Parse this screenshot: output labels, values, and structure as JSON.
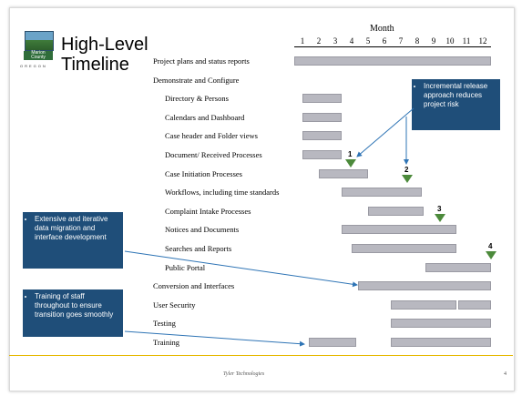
{
  "header": {
    "title_line1": "High-Level",
    "title_line2": "Timeline",
    "month_label": "Month",
    "months": [
      "1",
      "2",
      "3",
      "4",
      "5",
      "6",
      "7",
      "8",
      "9",
      "10",
      "11",
      "12"
    ]
  },
  "logo": {
    "band_text": "Marion County",
    "state_text": "OREGON"
  },
  "rows": [
    {
      "label": "Project plans and status reports",
      "bars": [
        [
          1,
          12
        ]
      ]
    },
    {
      "label": "Demonstrate and Configure",
      "bars": []
    },
    {
      "label": "Directory & Persons",
      "bars": [
        [
          1.5,
          2.9
        ]
      ]
    },
    {
      "label": "Calendars and Dashboard",
      "bars": [
        [
          1.5,
          2.9
        ]
      ]
    },
    {
      "label": "Case header and Folder views",
      "bars": [
        [
          1.5,
          2.9
        ]
      ]
    },
    {
      "label": "Document/ Received Processes",
      "bars": [
        [
          1.5,
          2.9
        ]
      ]
    },
    {
      "label": "Case Initiation Processes",
      "bars": [
        [
          2.5,
          4.5
        ]
      ]
    },
    {
      "label": "Workflows, including time standards",
      "bars": [
        [
          3.9,
          7.8
        ]
      ]
    },
    {
      "label": "Complaint Intake Processes",
      "bars": [
        [
          5.5,
          7.9
        ]
      ]
    },
    {
      "label": "Notices and Documents",
      "bars": [
        [
          3.9,
          9.9
        ]
      ]
    },
    {
      "label": "Searches and Reports",
      "bars": [
        [
          4.5,
          9.9
        ]
      ]
    },
    {
      "label": "Public Portal",
      "bars": [
        [
          9.0,
          12
        ]
      ]
    },
    {
      "label": "Conversion and Interfaces",
      "bars": [
        [
          4.9,
          12
        ]
      ]
    },
    {
      "label": "User Security",
      "bars": [
        [
          6.9,
          9.9
        ],
        [
          11.0,
          12
        ]
      ]
    },
    {
      "label": "Testing",
      "bars": [
        [
          6.9,
          12
        ]
      ]
    },
    {
      "label": "Training",
      "bars": [
        [
          1.9,
          3.8
        ],
        [
          6.9,
          12
        ]
      ]
    }
  ],
  "milestones": [
    "1",
    "2",
    "3",
    "4"
  ],
  "callouts": {
    "incremental": "Incremental release approach reduces project risk",
    "data_migration": "Extensive and iterative data migration and interface development",
    "training": "Training of staff throughout to ensure transition goes smoothly"
  },
  "footer": {
    "text": "Tyler Technologies",
    "page_number": "4"
  },
  "colors": {
    "bar": "#b8b8c0",
    "callout": "#1f4e79",
    "milestone": "#4c8a3b",
    "footer_line": "#e6b800"
  }
}
